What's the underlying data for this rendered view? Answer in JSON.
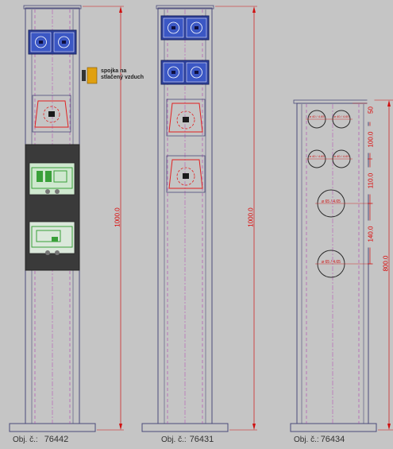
{
  "columns": [
    {
      "caption_prefix": "Obj. č.:",
      "caption_number": "76442",
      "height_dim": "1000.0"
    },
    {
      "caption_prefix": "Obj. č.:",
      "caption_number": "76431",
      "height_dim": "1000.0"
    },
    {
      "caption_prefix": "Obj. č.:",
      "caption_number": "76434",
      "height_dim": "800.0"
    }
  ],
  "coupler_note": {
    "line1": "spojka na",
    "line2": "stlačený vzduch"
  },
  "hole_dims": [
    "50",
    "100.0",
    "110.0",
    "140.0"
  ],
  "hole_labels": {
    "small": "ø 40 / 4.65",
    "large": "ø 65 / 4.65"
  },
  "colors": {
    "outline": "#4a4a7a",
    "dim": "#d01010",
    "hidden": "#b040b0",
    "socket": "#3b57c4",
    "cee": "#e02020",
    "breaker": "#3aa03a",
    "coupler": "#e0a010"
  }
}
